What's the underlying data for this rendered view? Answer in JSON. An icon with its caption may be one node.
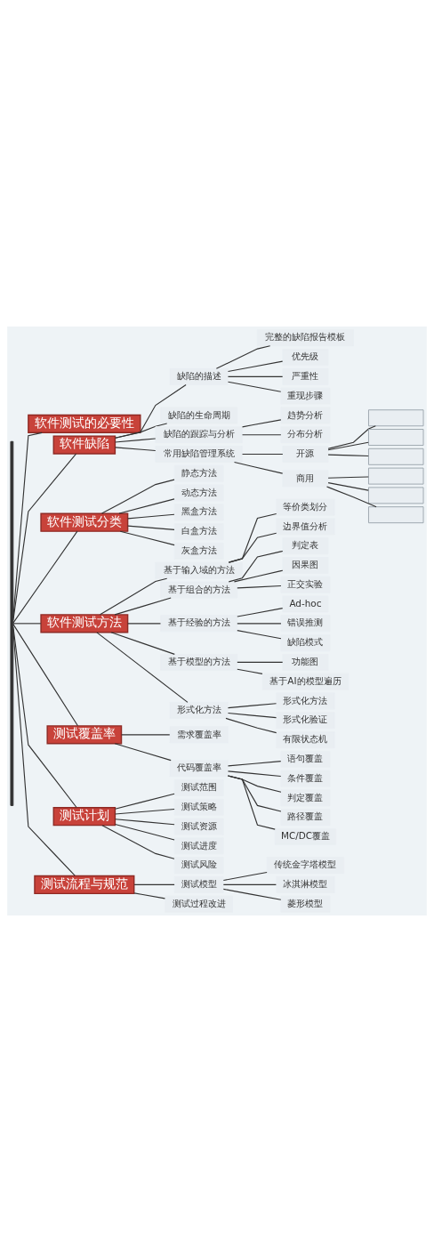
{
  "diagram": {
    "nodes": [
      {
        "text": [
          "软件测试的必要性"
        ]
      },
      {
        "text": [
          "软件缺陷"
        ]
      },
      {
        "text": [
          "缺陷的描述"
        ]
      },
      {
        "text": [
          "完整的缺陷报告模板"
        ]
      },
      {
        "text": [
          "优先级"
        ]
      },
      {
        "text": [
          "严重性"
        ]
      },
      {
        "text": [
          "重现步骤"
        ]
      },
      {
        "text": [
          "缺陷的生命周期"
        ]
      },
      {
        "text": [
          "缺陷的跟踪与分析"
        ]
      },
      {
        "text": [
          "趋势分析"
        ]
      },
      {
        "text": [
          "分布分析"
        ]
      },
      {
        "text": [
          "常用缺陷管理系统"
        ]
      },
      {
        "text": [
          "开源"
        ]
      },
      {
        "text": [],
        "shape": "box"
      },
      {
        "text": [],
        "shape": "box"
      },
      {
        "text": [],
        "shape": "box"
      },
      {
        "text": [
          "商用"
        ]
      },
      {
        "text": [],
        "shape": "box"
      },
      {
        "text": [],
        "shape": "box"
      },
      {
        "text": [],
        "shape": "box"
      },
      {
        "text": [
          "软件测试分类"
        ]
      },
      {
        "text": [
          "静态方法"
        ]
      },
      {
        "text": [
          "动态方法"
        ]
      },
      {
        "text": [
          "黑盒方法"
        ]
      },
      {
        "text": [
          "白盒方法"
        ]
      },
      {
        "text": [
          "灰盒方法"
        ]
      },
      {
        "text": [
          "软件测试方法"
        ]
      },
      {
        "text": [
          "基于输入域的方法"
        ]
      },
      {
        "text": [
          "等价类划分"
        ]
      },
      {
        "text": [
          "边界值分析"
        ]
      },
      {
        "text": [
          "基于组合的方法"
        ]
      },
      {
        "text": [
          "判定表"
        ]
      },
      {
        "text": [
          "因果图"
        ]
      },
      {
        "text": [
          "正交实验"
        ]
      },
      {
        "text": [
          "基于经验的方法"
        ]
      },
      {
        "text": [
          "Ad-hoc"
        ]
      },
      {
        "text": [
          "错误推测"
        ]
      },
      {
        "text": [
          "缺陷模式"
        ]
      },
      {
        "text": [
          "基于模型的方法"
        ]
      },
      {
        "text": [
          "功能图"
        ]
      },
      {
        "text": [
          "基于AI的模型遍历"
        ]
      },
      {
        "text": [
          "形式化方法"
        ]
      },
      {
        "text": [
          "形式化方法"
        ]
      },
      {
        "text": [
          "形式化验证"
        ]
      },
      {
        "text": [
          "有限状态机"
        ]
      },
      {
        "text": [
          "测试覆盖率"
        ]
      },
      {
        "text": [
          "需求覆盖率"
        ]
      },
      {
        "text": [
          "代码覆盖率"
        ]
      },
      {
        "text": [
          "语句覆盖"
        ]
      },
      {
        "text": [
          "条件覆盖"
        ]
      },
      {
        "text": [
          "判定覆盖"
        ]
      },
      {
        "text": [
          "路径覆盖"
        ]
      },
      {
        "text": [
          "MC/DC覆盖"
        ]
      },
      {
        "text": [
          "测试计划"
        ]
      },
      {
        "text": [
          "测试范围"
        ]
      },
      {
        "text": [
          "测试策略"
        ]
      },
      {
        "text": [
          "测试资源"
        ]
      },
      {
        "text": [
          "测试进度"
        ]
      },
      {
        "text": [
          "测试风险"
        ]
      },
      {
        "text": [
          "测试流程与规范"
        ]
      },
      {
        "text": [
          "测试模型"
        ]
      },
      {
        "text": [
          "传统金字塔模型"
        ]
      },
      {
        "text": [
          "冰淇淋模型"
        ]
      },
      {
        "text": [
          "菱形模型"
        ]
      },
      {
        "text": [
          "测试过程改进"
        ]
      },
      {
        "text": [],
        "shape": "bar"
      }
    ],
    "edges": [
      {
        "from": 65,
        "to": 0,
        "arrow": "none"
      },
      {
        "from": 65,
        "to": 1,
        "arrow": "none"
      },
      {
        "from": 1,
        "to": 2,
        "arrow": "none"
      },
      {
        "from": 2,
        "to": 3,
        "arrow": "none"
      },
      {
        "from": 2,
        "to": 4,
        "arrow": "none"
      },
      {
        "from": 2,
        "to": 5,
        "arrow": "none"
      },
      {
        "from": 2,
        "to": 6,
        "arrow": "none"
      },
      {
        "from": 1,
        "to": 7,
        "arrow": "none"
      },
      {
        "from": 1,
        "to": 8,
        "arrow": "none"
      },
      {
        "from": 8,
        "to": 9,
        "arrow": "none"
      },
      {
        "from": 8,
        "to": 10,
        "arrow": "none"
      },
      {
        "from": 1,
        "to": 11,
        "arrow": "none"
      },
      {
        "from": 11,
        "to": 12,
        "arrow": "none"
      },
      {
        "from": 12,
        "to": 13,
        "arrow": "none"
      },
      {
        "from": 12,
        "to": 14,
        "arrow": "none"
      },
      {
        "from": 12,
        "to": 15,
        "arrow": "none"
      },
      {
        "from": 11,
        "to": 16,
        "arrow": "none"
      },
      {
        "from": 16,
        "to": 17,
        "arrow": "none"
      },
      {
        "from": 16,
        "to": 18,
        "arrow": "none"
      },
      {
        "from": 16,
        "to": 19,
        "arrow": "none"
      },
      {
        "from": 65,
        "to": 20,
        "arrow": "none"
      },
      {
        "from": 20,
        "to": 21,
        "arrow": "none"
      },
      {
        "from": 20,
        "to": 22,
        "arrow": "none"
      },
      {
        "from": 20,
        "to": 23,
        "arrow": "none"
      },
      {
        "from": 20,
        "to": 24,
        "arrow": "none"
      },
      {
        "from": 20,
        "to": 25,
        "arrow": "none"
      },
      {
        "from": 65,
        "to": 26,
        "arrow": "none"
      },
      {
        "from": 26,
        "to": 27,
        "arrow": "none"
      },
      {
        "from": 27,
        "to": 28,
        "arrow": "none"
      },
      {
        "from": 27,
        "to": 29,
        "arrow": "none"
      },
      {
        "from": 26,
        "to": 30,
        "arrow": "none"
      },
      {
        "from": 30,
        "to": 31,
        "arrow": "none"
      },
      {
        "from": 30,
        "to": 32,
        "arrow": "none"
      },
      {
        "from": 30,
        "to": 33,
        "arrow": "none"
      },
      {
        "from": 26,
        "to": 34,
        "arrow": "none"
      },
      {
        "from": 34,
        "to": 35,
        "arrow": "none"
      },
      {
        "from": 34,
        "to": 36,
        "arrow": "none"
      },
      {
        "from": 34,
        "to": 37,
        "arrow": "none"
      },
      {
        "from": 26,
        "to": 38,
        "arrow": "none"
      },
      {
        "from": 38,
        "to": 39,
        "arrow": "none"
      },
      {
        "from": 38,
        "to": 40,
        "arrow": "none"
      },
      {
        "from": 26,
        "to": 41,
        "arrow": "none"
      },
      {
        "from": 41,
        "to": 42,
        "arrow": "none"
      },
      {
        "from": 41,
        "to": 43,
        "arrow": "none"
      },
      {
        "from": 41,
        "to": 44,
        "arrow": "none"
      },
      {
        "from": 65,
        "to": 45,
        "arrow": "none"
      },
      {
        "from": 45,
        "to": 46,
        "arrow": "none"
      },
      {
        "from": 45,
        "to": 47,
        "arrow": "none"
      },
      {
        "from": 47,
        "to": 48,
        "arrow": "none"
      },
      {
        "from": 47,
        "to": 49,
        "arrow": "none"
      },
      {
        "from": 47,
        "to": 50,
        "arrow": "none"
      },
      {
        "from": 47,
        "to": 51,
        "arrow": "none"
      },
      {
        "from": 47,
        "to": 52,
        "arrow": "none"
      },
      {
        "from": 65,
        "to": 53,
        "arrow": "none"
      },
      {
        "from": 53,
        "to": 54,
        "arrow": "none"
      },
      {
        "from": 53,
        "to": 55,
        "arrow": "none"
      },
      {
        "from": 53,
        "to": 56,
        "arrow": "none"
      },
      {
        "from": 53,
        "to": 57,
        "arrow": "none"
      },
      {
        "from": 53,
        "to": 58,
        "arrow": "none"
      },
      {
        "from": 65,
        "to": 59,
        "arrow": "none"
      },
      {
        "from": 59,
        "to": 60,
        "arrow": "none"
      },
      {
        "from": 60,
        "to": 61,
        "arrow": "none"
      },
      {
        "from": 60,
        "to": 62,
        "arrow": "none"
      },
      {
        "from": 60,
        "to": 63,
        "arrow": "none"
      },
      {
        "from": 59,
        "to": 64,
        "arrow": "none"
      }
    ]
  }
}
